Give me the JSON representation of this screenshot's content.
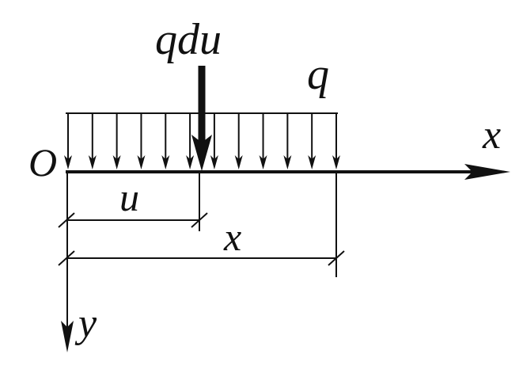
{
  "labels": {
    "point_load": "qdu",
    "distributed_load": "q",
    "origin": "O",
    "x_axis": "x",
    "y_axis": "y",
    "dim_u": "u",
    "dim_x": "x"
  },
  "load": {
    "small_arrow_count": 12
  },
  "colors": {
    "ink": "#111111",
    "background": "#ffffff"
  }
}
